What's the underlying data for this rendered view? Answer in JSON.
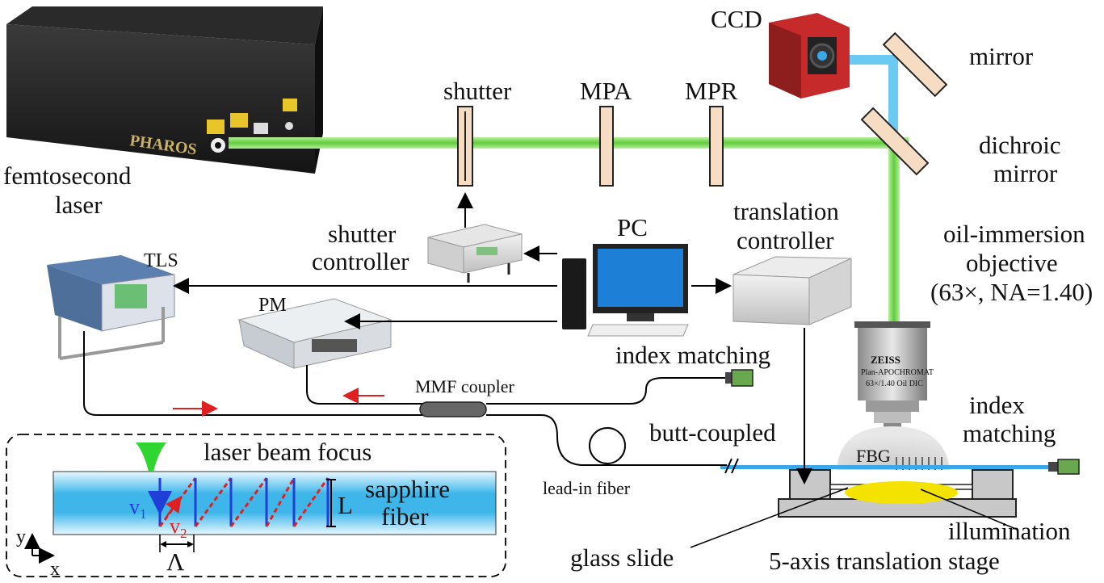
{
  "labels": {
    "ccd": "CCD",
    "mirror": "mirror",
    "shutter": "shutter",
    "mpa": "MPA",
    "mpr": "MPR",
    "dichroic_1": "dichroic",
    "dichroic_2": "mirror",
    "femto_1": "femtosecond",
    "femto_2": "laser",
    "pc": "PC",
    "translation_1": "translation",
    "translation_2": "controller",
    "shutter_ctrl_1": "shutter",
    "shutter_ctrl_2": "controller",
    "oil_1": "oil-immersion",
    "oil_2": "objective",
    "oil_3": "(63×, NA=1.40)",
    "tls": "TLS",
    "pm": "PM",
    "index_matching_top": "index matching",
    "mmf_coupler": "MMF coupler",
    "index_1": "index",
    "index_2": "matching",
    "butt_coupled": "butt-coupled",
    "fbg": "FBG",
    "lead_in_fiber": "lead-in fiber",
    "illumination": "illumination",
    "glass_slide": "glass slide",
    "stage": "5-axis translation stage",
    "laser_brand": "PHAROS",
    "objective_brand": "ZEISS",
    "objective_line1": "Plan-APOCHROMAT",
    "objective_line2": "63×/1.40 Oil DIC"
  },
  "inset": {
    "title": "laser beam focus",
    "sapphire_1": "sapphire",
    "sapphire_2": "fiber",
    "v1": "v",
    "v1_sub": "1",
    "v2": "v",
    "v2_sub": "2",
    "L": "L",
    "lambda": "Λ",
    "axis_y": "y",
    "axis_x": "x"
  },
  "colors": {
    "laser_beam": "#7fdc5e",
    "imaging_beam": "#5ec5f0",
    "fiber_blue": "#3aa8e8",
    "red_arrow": "#e02020",
    "scan_blue": "#1f3fd6",
    "scan_red": "#e02020",
    "optic_fill": "#f7dcc4",
    "illumination": "#f4e300"
  }
}
